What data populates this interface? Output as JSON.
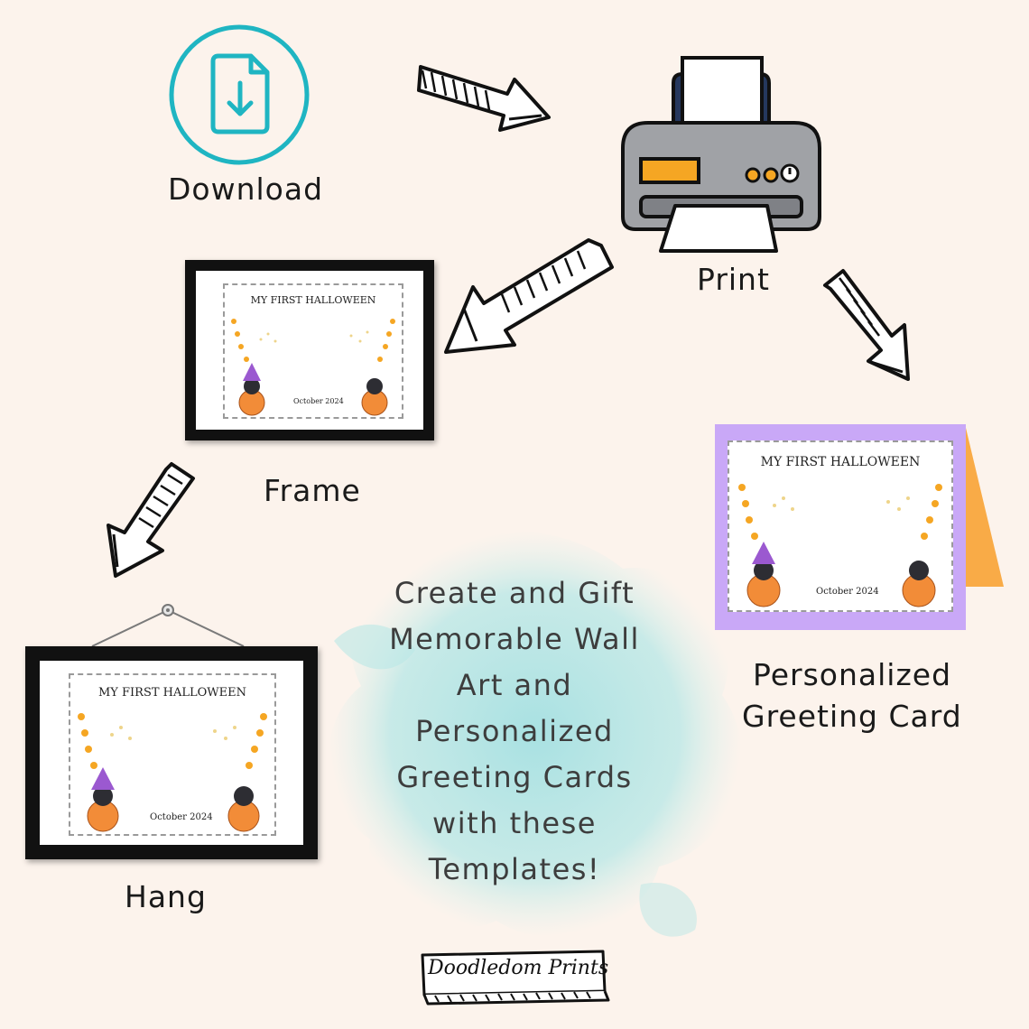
{
  "steps": {
    "download": "Download",
    "print": "Print",
    "frame": "Frame",
    "hang": "Hang",
    "card_line1": "Personalized",
    "card_line2": "Greeting Card"
  },
  "center_message": [
    "Create and Gift",
    "Memorable Wall",
    "Art and",
    "Personalized",
    "Greeting Cards",
    "with these",
    "Templates!"
  ],
  "template": {
    "title": "MY FIRST HALLOWEEN",
    "date": "October 2024"
  },
  "brand": {
    "name": "Doodledom Prints"
  },
  "colors": {
    "background": "#fcf3ec",
    "download_teal": "#1fb5c2",
    "printer_body": "#9ea0a4",
    "printer_panel": "#f5a623",
    "printer_navy": "#25385e",
    "card_lilac": "#c9a8f7",
    "card_orange": "#f9ab47",
    "blob": "#a8e2e3"
  },
  "icons": {
    "download": "file-download-icon",
    "printer": "printer-icon",
    "arrows": "sketch-arrow-icon"
  }
}
